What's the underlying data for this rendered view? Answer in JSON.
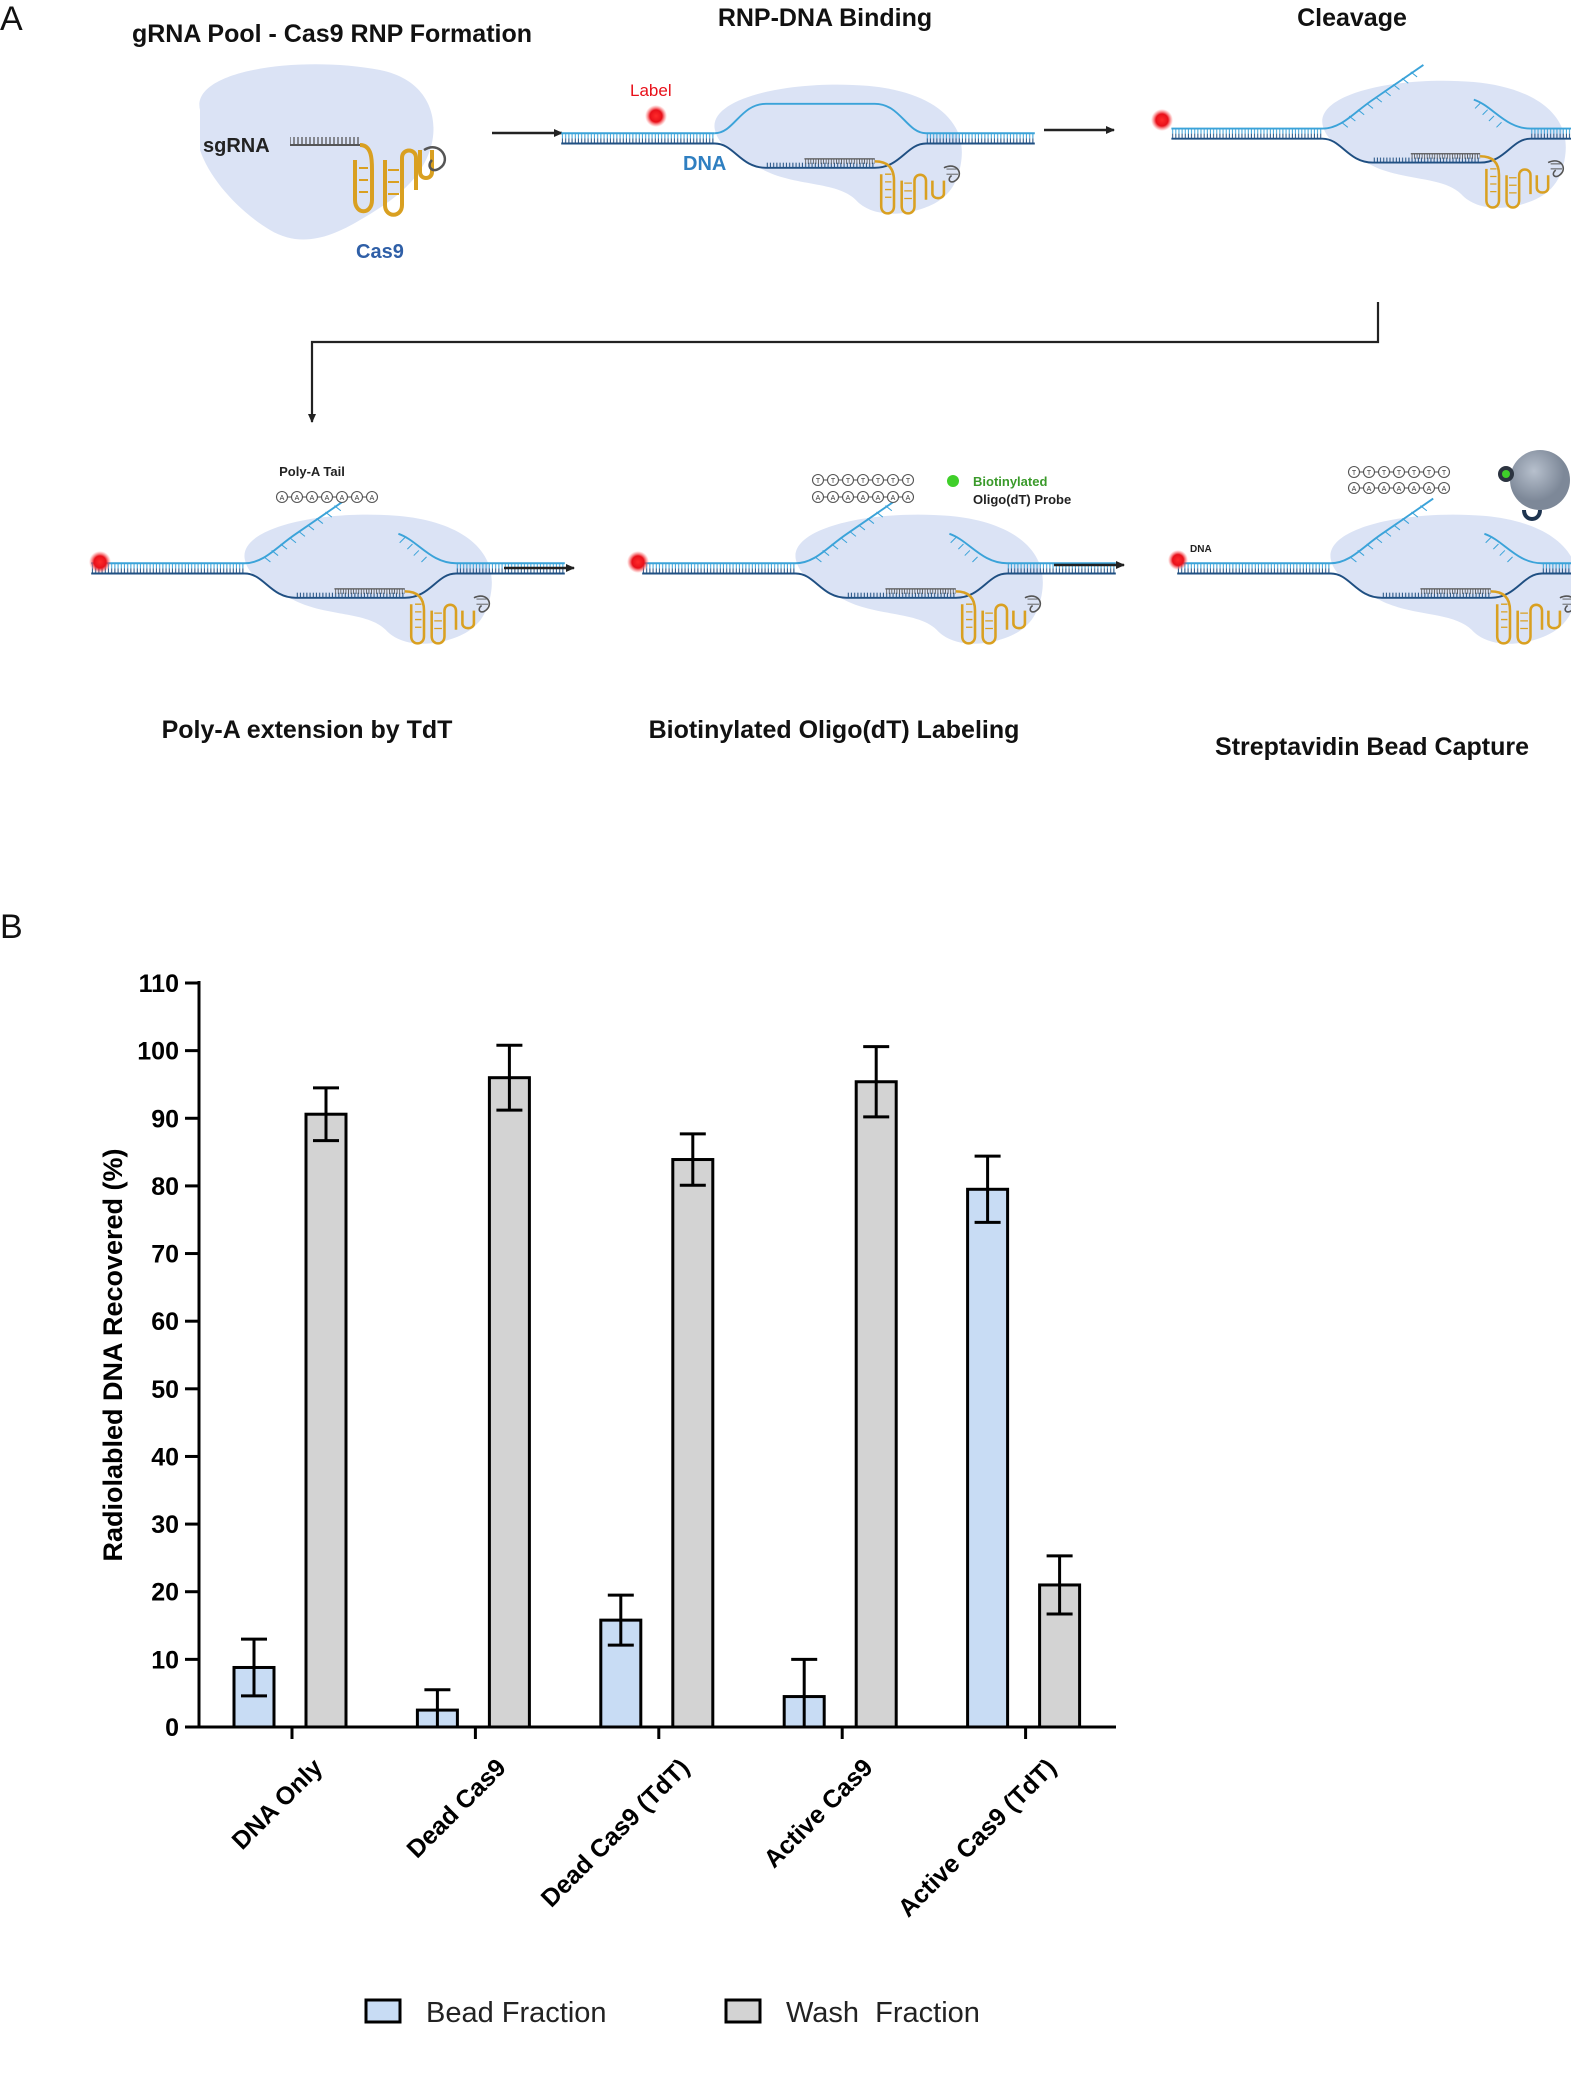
{
  "panel_a": {
    "label": "A",
    "steps": {
      "formation": "gRNA Pool - Cas9 RNP Formation",
      "binding": "RNP-DNA Binding",
      "cleavage": "Cleavage",
      "polya": "Poly-A extension by TdT",
      "oligo": "Biotinylated Oligo(dT) Labeling",
      "capture": "Streptavidin Bead Capture"
    },
    "labels": {
      "sgrna": "sgRNA",
      "cas9": "Cas9",
      "label": "Label",
      "dna": "DNA",
      "polya_tail": "Poly-A Tail",
      "biotinylated": "Biotinylated",
      "oligo_probe": "Oligo(dT) Probe",
      "dna_small": "DNA",
      "a": "A",
      "t": "T"
    },
    "colors": {
      "blob": "#dbe3f5",
      "dna": "#3ba3d9",
      "dna_dark": "#1f4f82",
      "rna": "#d9a021",
      "cas9_text": "#2f5fa7",
      "dna_text": "#2f7fc1",
      "label_red": "#e8101a",
      "biotin_green": "#3a9a2a",
      "bead": "#8a96a6"
    }
  },
  "panel_b": {
    "label": "B"
  },
  "chart_data": {
    "type": "bar",
    "categories": [
      "DNA Only",
      "Dead Cas9",
      "Dead Cas9 (TdT)",
      "Active Cas9",
      "Active Cas9 (TdT)"
    ],
    "series": [
      {
        "name": "Bead Fraction",
        "values": [
          8.8,
          2.5,
          15.8,
          4.5,
          79.5
        ],
        "errors": [
          4.2,
          3.0,
          3.7,
          5.5,
          4.9
        ],
        "color": "#c8dcf4"
      },
      {
        "name": "Wash  Fraction",
        "values": [
          90.6,
          96.0,
          83.9,
          95.4,
          21.0
        ],
        "errors": [
          3.9,
          4.8,
          3.8,
          5.2,
          4.3
        ],
        "color": "#d3d3d3"
      }
    ],
    "ylabel": "Radiolabled DNA Recovered (%)",
    "ylim": [
      0,
      110
    ],
    "yticks": [
      0,
      10,
      20,
      30,
      40,
      50,
      60,
      70,
      80,
      90,
      100,
      110
    ],
    "grid": false,
    "legend": "bottom"
  }
}
